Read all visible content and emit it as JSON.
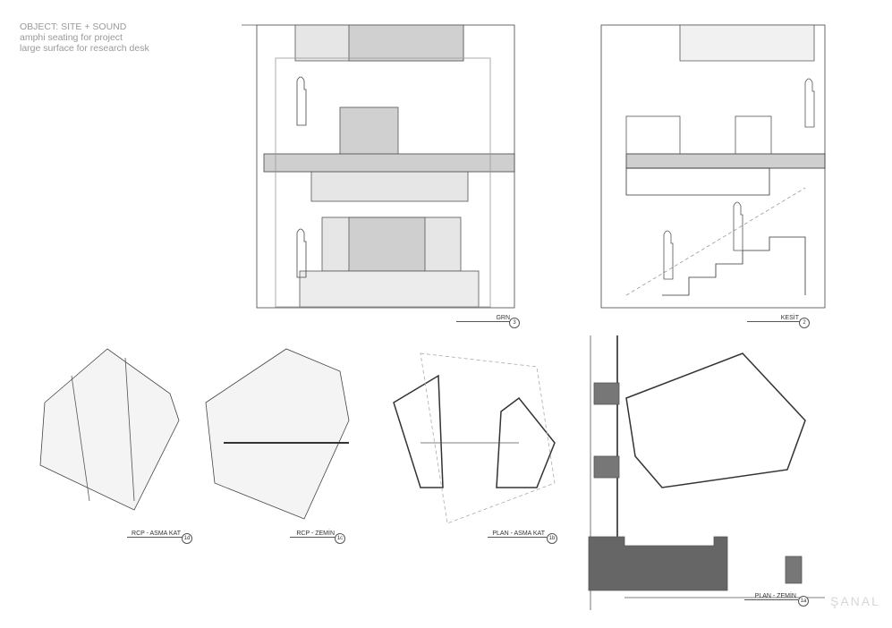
{
  "notes": {
    "line1": "OBJECT: SITE + SOUND",
    "line2": "amphi seating for project",
    "line3": "large surface for research desk"
  },
  "drawings": [
    {
      "title": "GRN",
      "number": "3"
    },
    {
      "title": "KESİT",
      "number": "2"
    },
    {
      "title": "RCP - ASMA KAT",
      "number": "1d"
    },
    {
      "title": "RCP - ZEMİN",
      "number": "1c"
    },
    {
      "title": "PLAN - ASMA KAT",
      "number": "1b"
    },
    {
      "title": "PLAN - ZEMİN",
      "number": "1a"
    }
  ],
  "logo": "ŞANAL"
}
